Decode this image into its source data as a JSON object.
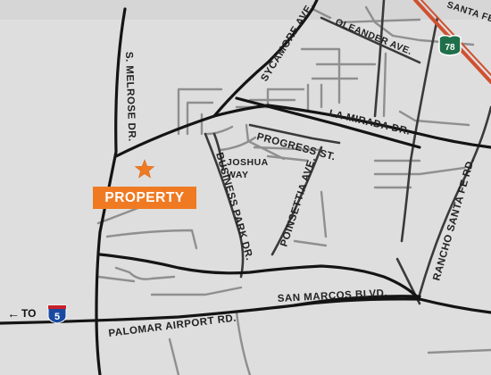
{
  "map": {
    "colors": {
      "background": "#dedede",
      "major_road": "#141414",
      "minor_road": "#8f8f8f",
      "railway": "#d05030",
      "marker": "#f07a22",
      "label_bg": "#f07a22"
    },
    "property": {
      "label": "PROPERTY",
      "marker_icon": "star-icon"
    },
    "streets": {
      "melrose": "S. MELROSE DR.",
      "sycamore": "SYCAMORE AVE.",
      "oleander": "OLEANDER AVE.",
      "santa_fe_top": "SANTA FE RD.",
      "la_mirada": "LA MIRADA DR.",
      "progress": "PROGRESS ST.",
      "joshua_1": "JOSHUA",
      "joshua_2": "WAY",
      "business_park": "BUSINESS PARK DR.",
      "poinsettia": "POINSETTIA AVE.",
      "rancho_santa_fe": "RANCHO SANTA FE RD.",
      "san_marcos": "SAN MARCOS BLVD.",
      "palomar": "PALOMAR AIRPORT RD."
    },
    "highways": {
      "sr78": {
        "number": "78",
        "icon": "state-route-shield-icon"
      },
      "i5": {
        "direction_text": "TO",
        "number": "5",
        "icon": "interstate-shield-icon",
        "arrow_icon": "arrow-left-icon"
      }
    }
  }
}
